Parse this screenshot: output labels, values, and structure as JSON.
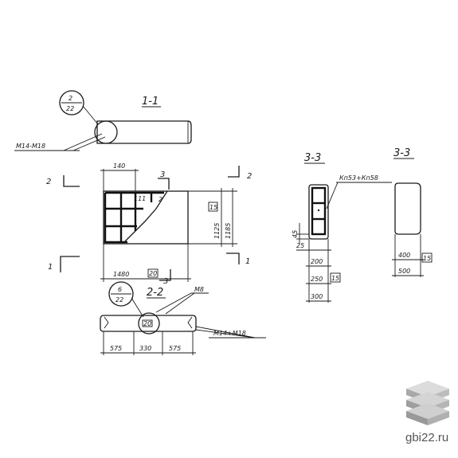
{
  "labels": {
    "section_1_1": "1-1",
    "section_2_2": "2-2",
    "section_3_3_a": "3-3",
    "section_3_3_b": "3-3",
    "callout_a_top": "2",
    "callout_a_bottom": "22",
    "callout_b_top": "6",
    "callout_b_bottom": "22",
    "mark_1_1": "М14-М18",
    "mark_2_2_top": "М8",
    "mark_2_2_right": "М14+М18",
    "mark_3_3": "Кп53+Кп58",
    "cut_2_left": "2",
    "cut_2_right": "2",
    "cut_1_left": "1",
    "cut_1_right": "1",
    "cut_3_top": "3",
    "cut_3_bottom": "3"
  },
  "dimensions": {
    "plan_top": "140",
    "plan_bottom": "1480",
    "plan_bottom_box": "20",
    "plan_right_inner": "1125",
    "plan_right_outer": "1185",
    "plan_right_box": "15",
    "plan_inner_label": "111",
    "s22_left": "575",
    "s22_mid": "330",
    "s22_right": "575",
    "s22_box": "20",
    "s33a_side": "45",
    "s33a_w1": "25",
    "s33a_w2": "200",
    "s33a_w3": "250",
    "s33a_box": "15",
    "s33a_w4": "300",
    "s33b_w1": "400",
    "s33b_w2": "500",
    "s33b_box": "15"
  },
  "watermark": {
    "text": "gbi22.ru"
  }
}
